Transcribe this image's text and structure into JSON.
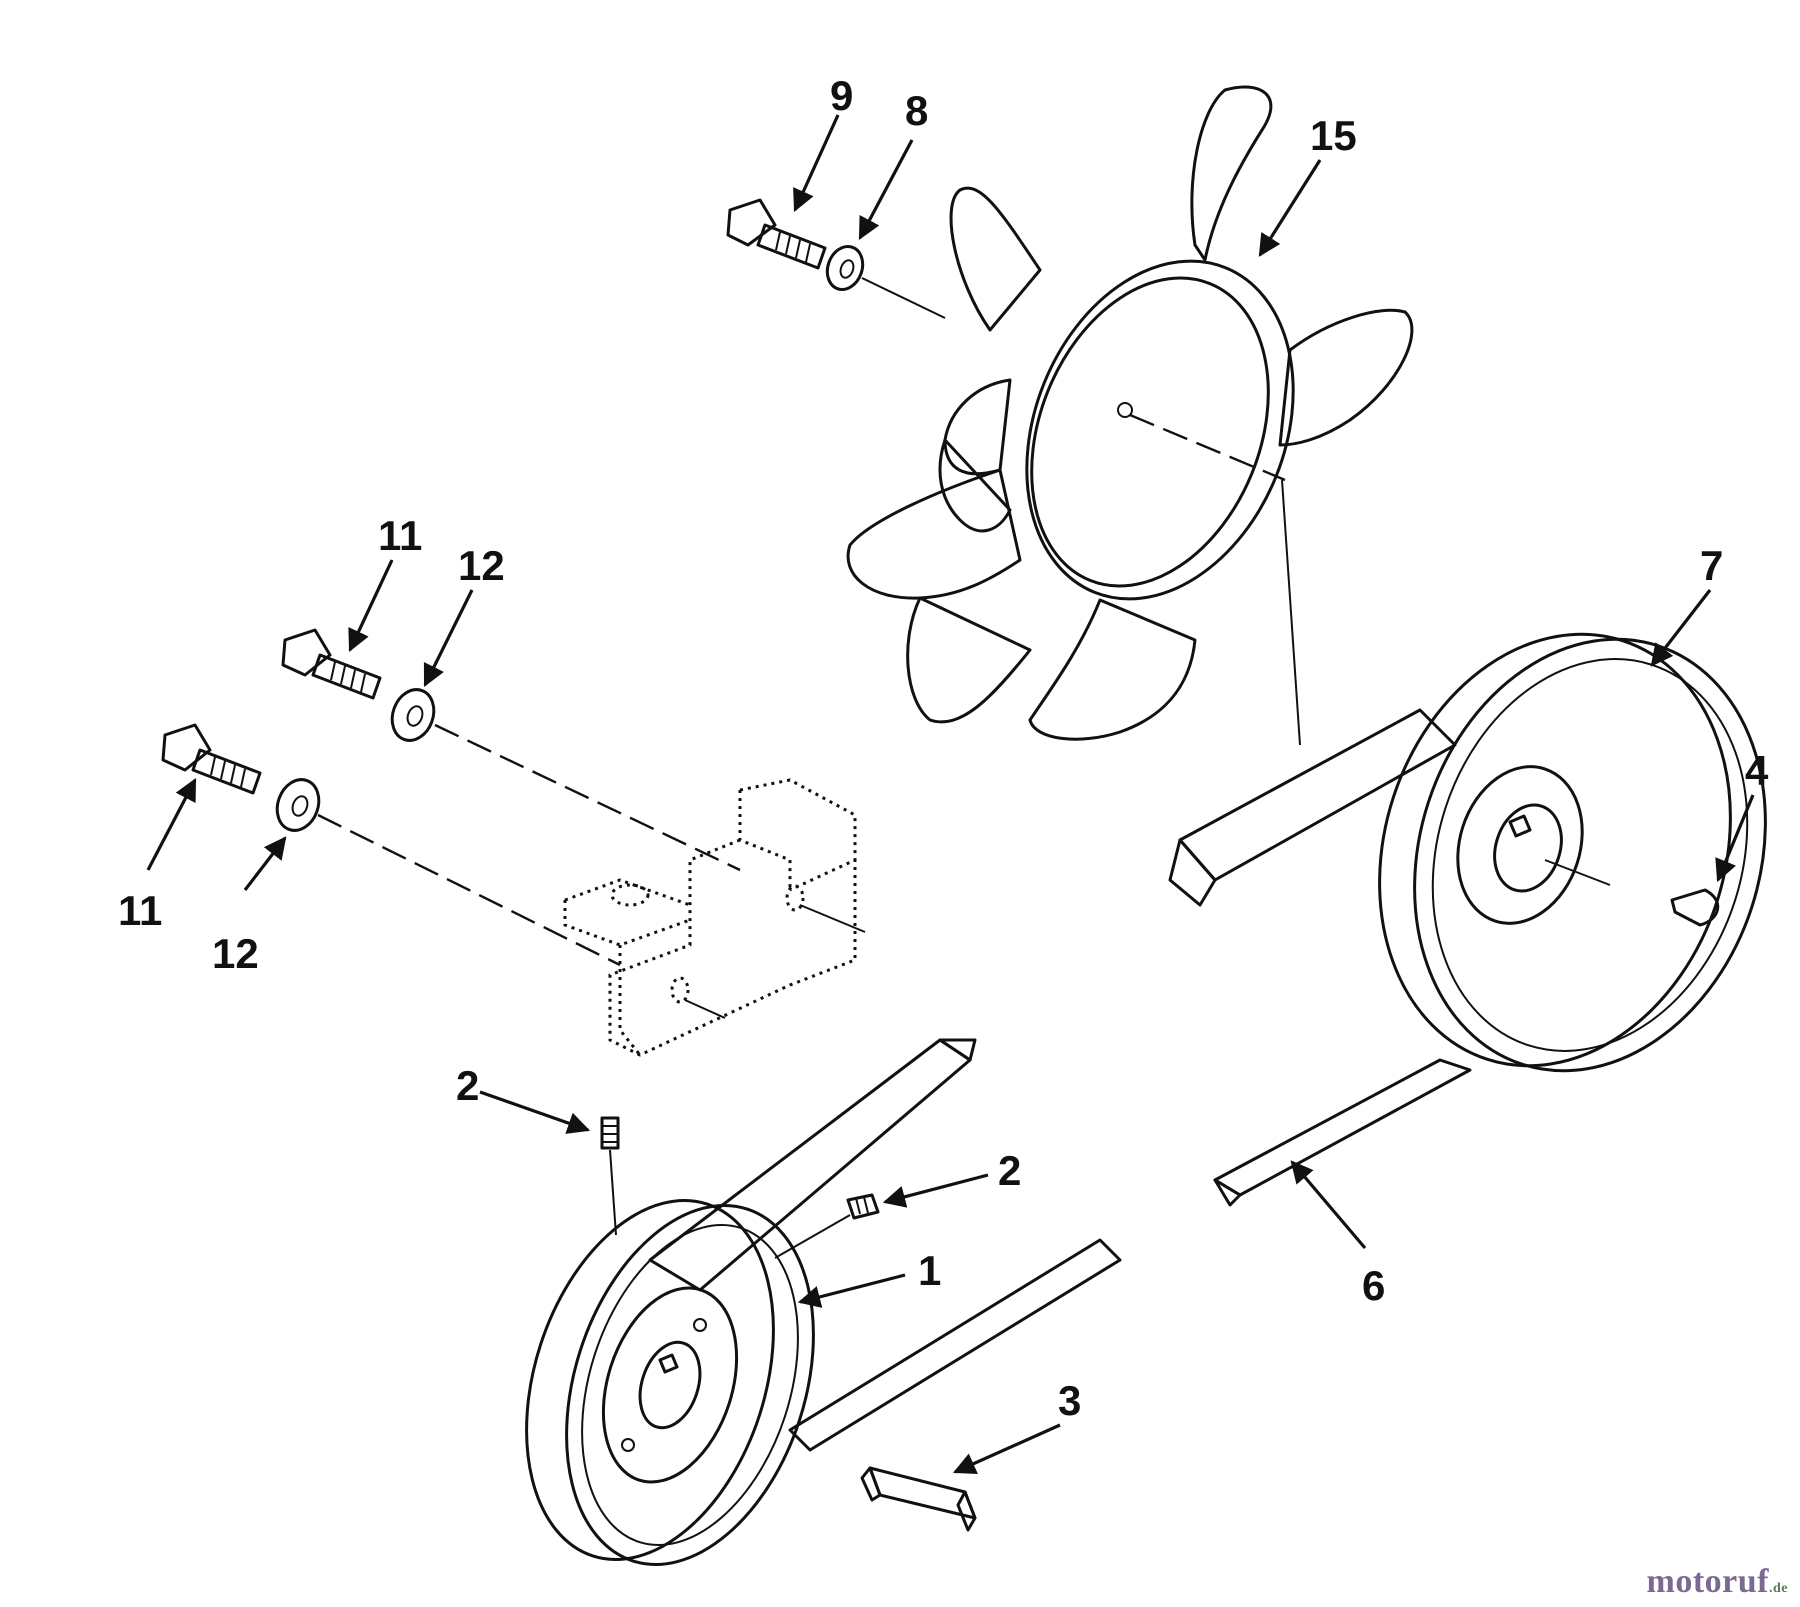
{
  "diagram": {
    "colors": {
      "ink": "#111111",
      "belt_fill": "#3a3a3a",
      "paper": "#ffffff"
    },
    "callouts": [
      {
        "id": "c9",
        "text": "9"
      },
      {
        "id": "c8",
        "text": "8"
      },
      {
        "id": "c15",
        "text": "15"
      },
      {
        "id": "c11a",
        "text": "11"
      },
      {
        "id": "c12a",
        "text": "12"
      },
      {
        "id": "c11b",
        "text": "11"
      },
      {
        "id": "c12b",
        "text": "12"
      },
      {
        "id": "c7",
        "text": "7"
      },
      {
        "id": "c4",
        "text": "4"
      },
      {
        "id": "c2a",
        "text": "2"
      },
      {
        "id": "c2b",
        "text": "2"
      },
      {
        "id": "c1",
        "text": "1"
      },
      {
        "id": "c6",
        "text": "6"
      },
      {
        "id": "c3",
        "text": "3"
      }
    ]
  },
  "watermark": {
    "name": "motoruf",
    "tld": ".de"
  }
}
